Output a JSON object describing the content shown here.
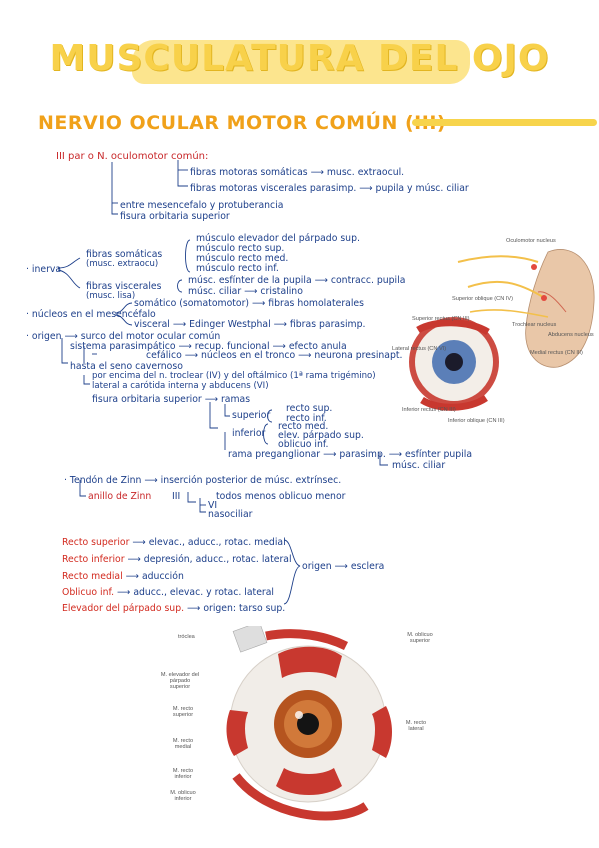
{
  "title": "MUSCULATURA DEL OJO",
  "subtitle": "NERVIO OCULAR MOTOR COMÚN (III)",
  "notes": {
    "l1": "III par o N. oculomotor común:",
    "l2": "fibras motoras somáticas ⟶ musc. extraocul.",
    "l3": "fibras motoras viscerales parasimp. ⟶ pupila y músc. ciliar",
    "l4": "entre mesencefalo y protuberancia",
    "l5": "fisura orbitaria superior",
    "m1": "músculo elevador del párpado sup.",
    "m2": "músculo recto sup.",
    "m3": "músculo recto med.",
    "m4": "músculo recto inf.",
    "fs1": "fibras somáticas",
    "fs2": "(musc. extraocu)",
    "inerva": "· inerva",
    "fv1": "fibras viscerales",
    "fv2": "(musc. lisa)",
    "v1": "músc. esfínter de la pupila ⟶ contracc. pupila",
    "v2": "músc. ciliar ⟶ cristalino",
    "n1": "somático (somatomotor) ⟶ fibras homolaterales",
    "n0": "· núcleos en el mesencéfalo",
    "n2": "visceral ⟶ Edinger Westphal ⟶ fibras parasimp.",
    "o1": "· origen ⟶ surco del motor ocular común",
    "o2": "sistema parasimpático ⟶ recup. funcional ⟶ efecto anula",
    "o3": "cefálico ⟶ núcleos en el tronco ⟶ neurona presinapt.",
    "o4": "hasta el seno cavernoso",
    "o5": "por encima del n. troclear (IV) y del oftálmico (1ª rama trigémino)",
    "o6": "lateral a carótida interna y abducens (VI)",
    "o7": "fisura orbitaria superior ⟶ ramas",
    "s1": "recto sup.",
    "s2": "recto inf.",
    "sup": "superior",
    "i1": "recto med.",
    "i2": "elev. párpado sup.",
    "i3": "oblicuo inf.",
    "inf": "inferior",
    "rp": "rama preganglionar ⟶ parasimp. ⟶ esfínter pupila",
    "rp2": "músc. ciliar",
    "z1": "· Tendón de Zinn ⟶ inserción posterior de músc. extrínsec.",
    "z2": "anillo de Zinn",
    "z3": "III",
    "z4": "VI",
    "z5": "nasociliar",
    "z6": "todos menos oblicuo menor"
  },
  "muscles": [
    {
      "name": "Recto superior",
      "desc": "⟶ elevac., aducc., rotac. medial"
    },
    {
      "name": "Recto inferior",
      "desc": "⟶ depresión, aducc., rotac. lateral"
    },
    {
      "name": "Recto medial",
      "desc": "⟶ aducción"
    },
    {
      "name": "Oblicuo inf.",
      "desc": "⟶ aducc., elevac. y rotac. lateral"
    },
    {
      "name": "Elevador del párpado sup.",
      "desc": "⟶ origen: tarso sup."
    }
  ],
  "origin_note": "origen ⟶ esclera",
  "fig1_labels": {
    "a": "Oculomotor nucleus",
    "b": "Superior oblique (CN IV)",
    "c": "Superior rectus (CN III)",
    "d": "Trochlear nucleus",
    "e": "Abducens nucleus",
    "f": "Lateral rectus (CN VI)",
    "g": "Medial rectus (CN III)",
    "h": "Inferior rectus (CN III)",
    "i": "Inferior oblique (CN III)"
  },
  "fig2_labels": {
    "a": "tróclea",
    "b": "M. oblicuo superior",
    "c": "M. elevador del párpado superior",
    "d": "M. recto superior",
    "e": "M. recto medial",
    "f": "M. recto lateral",
    "g": "M. recto inferior",
    "h": "M. oblicuo inferior"
  },
  "colors": {
    "title": "#f8d14a",
    "subtitle": "#f0a11a",
    "ink": "#1d3f8a",
    "red": "#d42b1f",
    "muscle": "#c8382f",
    "iris": "#b5541f"
  }
}
